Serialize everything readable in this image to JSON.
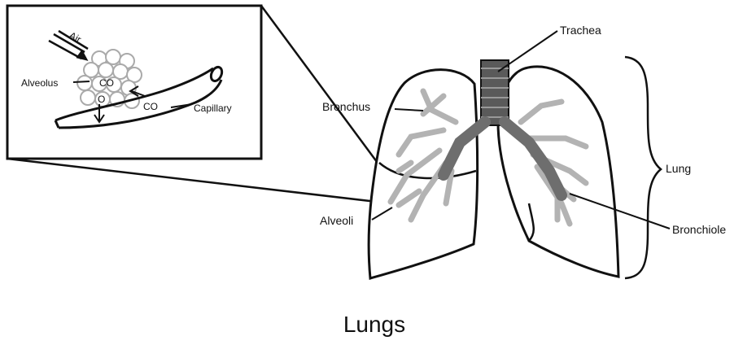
{
  "caption": "Lungs",
  "labels": {
    "trachea": "Trachea",
    "bronchus": "Bronchus",
    "lung": "Lung",
    "alveoli": "Alveoli",
    "bronchiole": "Bronchiole"
  },
  "inset": {
    "air": "Air",
    "alveolus": "Alveolus",
    "co_top": "CO",
    "o": "O",
    "co_right": "CO",
    "capillary": "Capillary"
  },
  "colors": {
    "ink": "#111111",
    "bronchi_light": "#b3b3b3",
    "bronchi_dark": "#6e6e6e",
    "trachea_fill": "#5a5a5a"
  }
}
